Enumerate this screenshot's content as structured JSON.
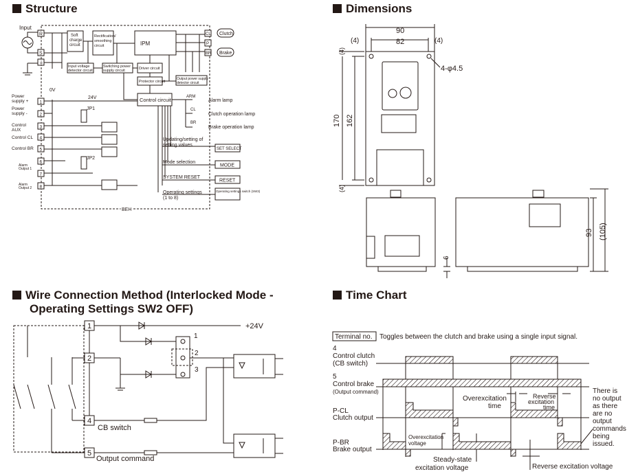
{
  "sections": {
    "structure": "Structure",
    "dimensions": "Dimensions",
    "wire_line1": "Wire Connection Method (Interlocked Mode -",
    "wire_line2": "Operating Settings SW2 OFF)",
    "time_chart": "Time Chart"
  },
  "structure": {
    "input": "Input",
    "terminals_in": [
      "R",
      "S",
      "⏚"
    ],
    "terminals_out": [
      "CL",
      "P",
      "BR"
    ],
    "clutch": "Clutch",
    "brake": "Brake",
    "soft_charge": [
      "Soft",
      "charge",
      "circuit"
    ],
    "rectification": [
      "Rectification/",
      "smoothing",
      "circuit"
    ],
    "ipm": "IPM",
    "input_voltage": [
      "Input voltage",
      "detector circuit"
    ],
    "switching_power": [
      "Switching power",
      "supply circuit"
    ],
    "driver": "Driver circuit",
    "protector": "Protector circuit",
    "output_power": [
      "Output power supply",
      "detector circuit"
    ],
    "control": "Control circuit",
    "v0": "0V",
    "v24": "24V",
    "jp1": "JP1",
    "jp2": "JP2",
    "left_labels": [
      {
        "label": [
          "Power",
          "supply +"
        ],
        "num": "1"
      },
      {
        "label": [
          "Power",
          "supply -"
        ],
        "num": "2"
      },
      {
        "label": [
          "Control",
          "AUX"
        ],
        "num": "3"
      },
      {
        "label": [
          "Control CL"
        ],
        "num": "4"
      },
      {
        "label": [
          "Control BR"
        ],
        "num": "5"
      },
      {
        "label": [
          "Alarm",
          "Output 1"
        ],
        "num": "6"
      },
      {
        "label": [],
        "num": "7"
      },
      {
        "label": [
          "Alarm",
          "Output 2"
        ],
        "num": "8"
      }
    ],
    "lamps": [
      {
        "tag": "ARM",
        "label": "Alarm lamp"
      },
      {
        "tag": "CL",
        "label": "Clutch operation lamp"
      },
      {
        "tag": "BR",
        "label": "Brake operation lamp"
      }
    ],
    "settings": [
      {
        "label": [
          "Updating/setting of",
          "setting values"
        ],
        "button": "SET SELECT"
      },
      {
        "label": [
          "Mode selection"
        ],
        "button": "MODE"
      },
      {
        "label": [
          "SYSTEM RESET"
        ],
        "button": "RESET"
      },
      {
        "label": [
          "Operating settings",
          "(1 to 8)"
        ],
        "button": "Operating settings switch (SW3)"
      }
    ],
    "beh": "BEH"
  },
  "dimensions": {
    "w90": "90",
    "w82": "82",
    "m4": "(4)",
    "hole": "4-φ4.5",
    "h170": "170",
    "h162": "162",
    "h93": "93",
    "h105": "(105)",
    "h6": "6"
  },
  "wire": {
    "terminals": [
      "1",
      "2",
      "4",
      "5"
    ],
    "v24": "+24V",
    "sw_labels": [
      "1",
      "2",
      "3"
    ],
    "cb_switch": "CB switch",
    "output_command": "Output command"
  },
  "time_chart": {
    "terminal_no": "Terminal no.",
    "toggle_note": "Toggles between the clutch and brake using a single input signal.",
    "rows": {
      "clutch": [
        "4",
        "Control clutch",
        "(CB switch)"
      ],
      "brake": [
        "5",
        "Control brake",
        "(Output command)"
      ],
      "pcl": [
        "P-CL",
        "Clutch output"
      ],
      "pbr": [
        "P-BR",
        "Brake output"
      ]
    },
    "overexcitation_time": [
      "Overexcitation",
      "time"
    ],
    "reverse_time": [
      "Reverse",
      "excitation",
      "time"
    ],
    "no_output_note": [
      "There is",
      "no output",
      "as there",
      "are no",
      "output",
      "commands",
      "being",
      "issued."
    ],
    "overexcitation_voltage": [
      "Overexcitation",
      "voltage"
    ],
    "steady_state": [
      "Steady-state",
      "excitation voltage"
    ],
    "reverse_voltage": "Reverse excitation voltage"
  }
}
